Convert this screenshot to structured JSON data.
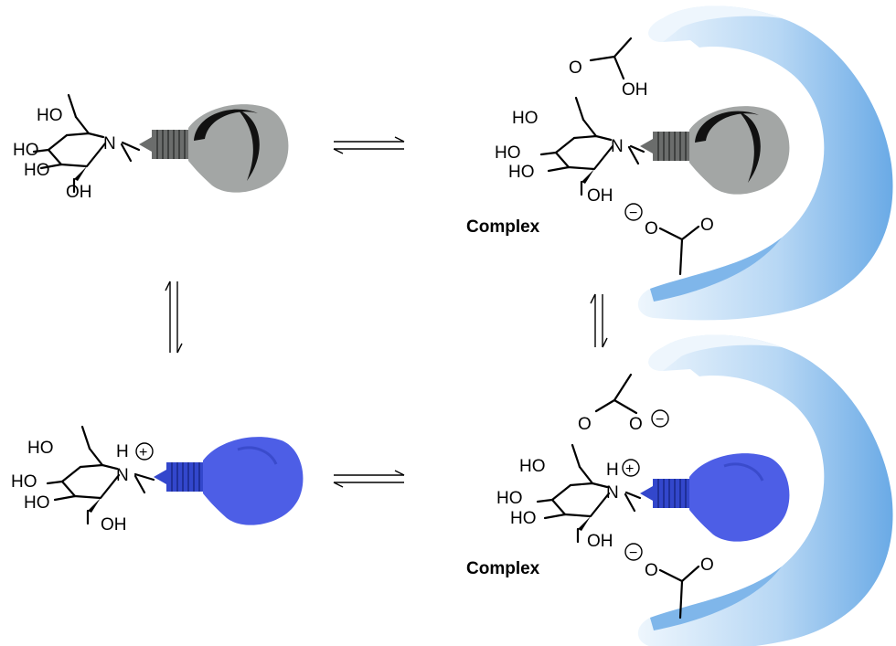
{
  "atoms": {
    "ho": "HO",
    "oh": "OH",
    "n": "N",
    "nh_h": "H",
    "o": "O",
    "minus": "−",
    "plus": "+"
  },
  "labels": {
    "complex_top": "Complex",
    "complex_bottom": "Complex"
  },
  "colors": {
    "neutral_bulb": "#a3a6a5",
    "neutral_screw": "#6b6d6c",
    "protonated_bulb": "#4d5ee6",
    "protonated_screw": "#3347cc",
    "enzyme_light": "#dcedfb",
    "enzyme_dark": "#6aaae6"
  },
  "icons": [
    "lightbulb-icon",
    "enzyme-pocket-icon",
    "equilibrium-arrow-icon"
  ]
}
